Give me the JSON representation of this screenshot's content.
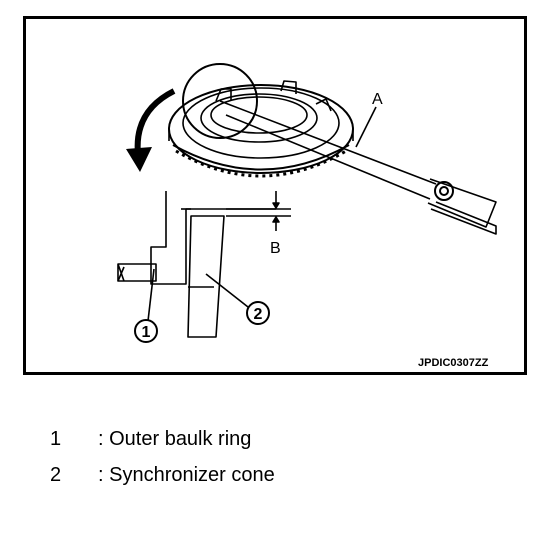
{
  "figure": {
    "labels": {
      "a": "A",
      "b": "B",
      "part1": "1",
      "part2": "2"
    },
    "code": "JPDIC0307ZZ"
  },
  "legend": [
    {
      "num": "1",
      "text": ": Outer baulk ring"
    },
    {
      "num": "2",
      "text": ": Synchronizer cone"
    }
  ]
}
